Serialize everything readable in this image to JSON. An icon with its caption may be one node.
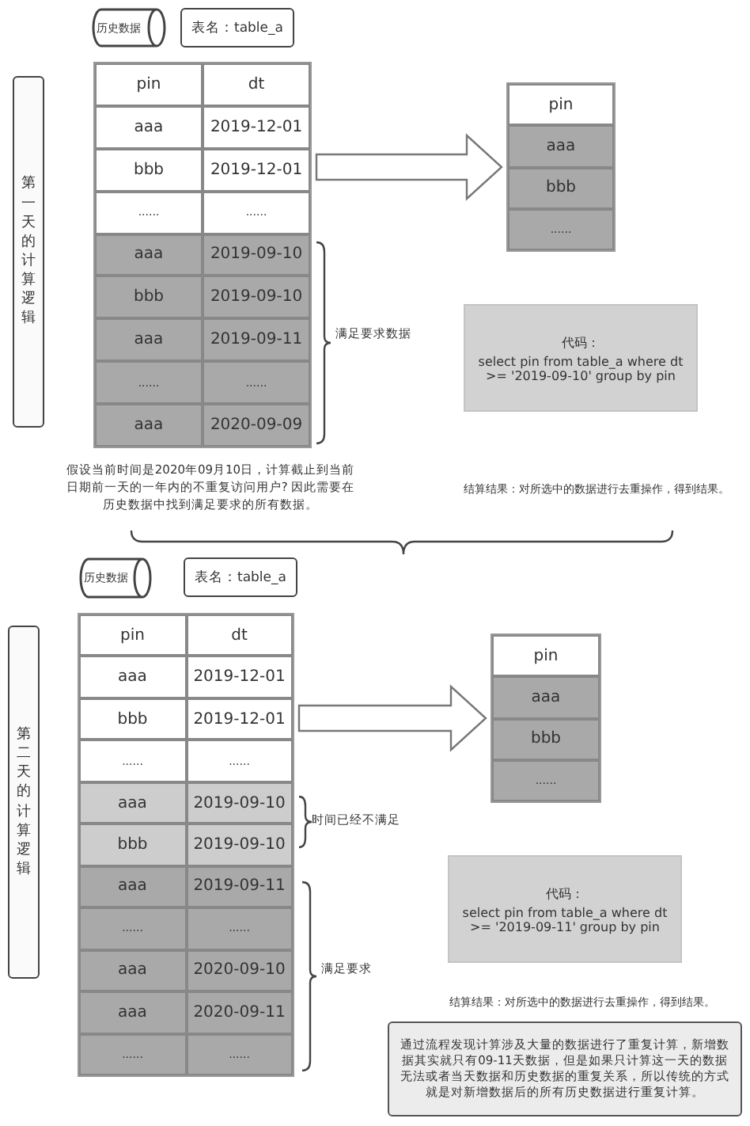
{
  "diagram": {
    "nodes": [
      {
        "text": [
          "第一天的计算逻辑"
        ]
      },
      {
        "text": [
          "历史数据"
        ]
      },
      {
        "text": [
          "表名：table_a"
        ]
      },
      {
        "text": [
          "pin",
          "dt",
          "aaa",
          "2019-12-01",
          "bbb",
          "2019-12-01",
          "......",
          "......",
          "aaa",
          "2019-09-10",
          "bbb",
          "2019-09-10",
          "aaa",
          "2019-09-11",
          "......",
          "......",
          "aaa",
          "2020-09-09"
        ]
      },
      {
        "text": [
          "pin",
          "aaa",
          "bbb",
          "......"
        ]
      },
      {
        "text": [
          "代码：",
          "select pin from table_a where dt >= '2019-09-10' group by pin"
        ]
      },
      {
        "text": [
          "第二天的计算逻辑"
        ]
      },
      {
        "text": [
          "历史数据"
        ]
      },
      {
        "text": [
          "表名：table_a"
        ]
      },
      {
        "text": [
          "pin",
          "dt",
          "aaa",
          "2019-12-01",
          "bbb",
          "2019-12-01",
          "......",
          "......",
          "aaa",
          "2019-09-10",
          "bbb",
          "2019-09-10",
          "aaa",
          "2019-09-11",
          "......",
          "......",
          "aaa",
          "2020-09-10",
          "aaa",
          "2020-09-11",
          "......",
          "......"
        ]
      },
      {
        "text": [
          "pin",
          "aaa",
          "bbb",
          "......"
        ]
      },
      {
        "text": [
          "代码：",
          "select pin from table_a where dt >= '2019-09-11' group by pin"
        ]
      },
      {
        "text": [
          "通过流程发现计算涉及大量的数据进行了重复计算，新增数据其实就只有09-11天数据，但是如果只计算这一天的数据无法或者当天数据和历史数据的重复关系，所以传统的方式就是对新增数据后的所有历史数据进行重复计算。"
        ]
      }
    ],
    "edges": [
      {
        "from": 3,
        "to": 4,
        "arrow": "to"
      },
      {
        "from": 9,
        "to": 10,
        "arrow": "to"
      }
    ],
    "labels": [
      "满足要求数据",
      "假设当前时间是2020年09月10日，计算截止到当前日期前一天的一年内的不重复访问用户? 因此需要在历史数据中找到满足要求的所有数据。",
      "结算结果：对所选中的数据进行去重操作，得到结果。",
      "时间已经不满足",
      "满足要求",
      "结算结果：对所选中的数据进行去重操作，得到结果。"
    ]
  }
}
